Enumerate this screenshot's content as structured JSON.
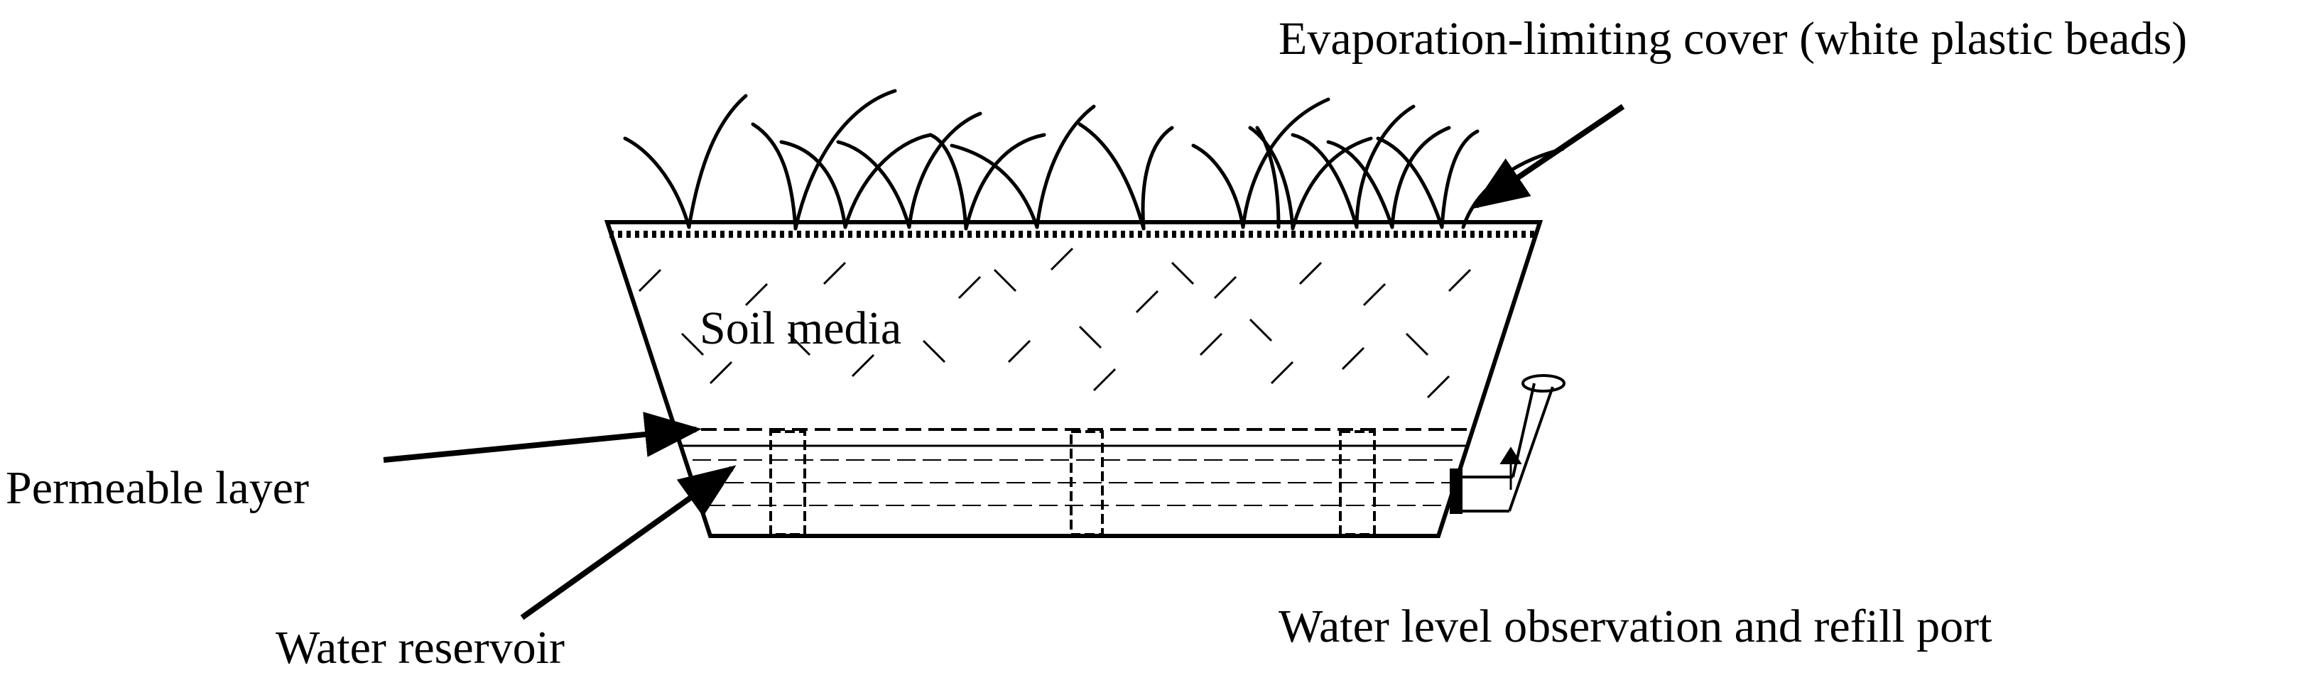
{
  "labels": {
    "evaporation_cover": "Evaporation-limiting cover (white plastic beads)",
    "soil_media": "Soil media",
    "permeable_layer": "Permeable layer",
    "water_reservoir": "Water reservoir",
    "refill_port": "Water level observation and refill port"
  },
  "colors": {
    "line": "#000000",
    "background": "#ffffff"
  }
}
